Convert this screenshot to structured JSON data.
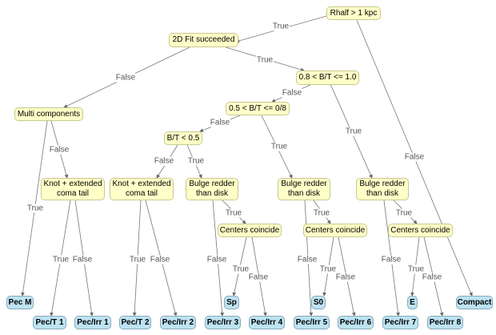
{
  "nodes": {
    "rhalf": {
      "label": "Rhalf > 1 kpc",
      "kind": "decision"
    },
    "fit2d": {
      "label": "2D Fit succeeded",
      "kind": "decision"
    },
    "bt08": {
      "label": "0.8 < B/T <= 1.0",
      "kind": "decision"
    },
    "multi": {
      "label": "Multi components",
      "kind": "decision"
    },
    "bt05": {
      "label": "0.5 < B/T <= 0/8",
      "kind": "decision"
    },
    "btlt": {
      "label": "B/T < 0.5",
      "kind": "decision"
    },
    "knot1": {
      "label": "Knot + extended\ncoma tail",
      "kind": "decision"
    },
    "knot2": {
      "label": "Knot + extended\ncoma tail",
      "kind": "decision"
    },
    "bulge1": {
      "label": "Bulge redder\nthan disk",
      "kind": "decision"
    },
    "bulge2": {
      "label": "Bulge redder\nthan disk",
      "kind": "decision"
    },
    "bulge3": {
      "label": "Bulge redder\nthan disk",
      "kind": "decision"
    },
    "cent1": {
      "label": "Centers coincide",
      "kind": "decision"
    },
    "cent2": {
      "label": "Centers coincide",
      "kind": "decision"
    },
    "cent3": {
      "label": "Centers coincide",
      "kind": "decision"
    },
    "pecm": {
      "label": "Pec M",
      "kind": "leaf"
    },
    "sp": {
      "label": "Sp",
      "kind": "leaf"
    },
    "s0": {
      "label": "S0",
      "kind": "leaf"
    },
    "e": {
      "label": "E",
      "kind": "leaf"
    },
    "compact": {
      "label": "Compact",
      "kind": "leaf"
    },
    "pect1": {
      "label": "Pec/T 1",
      "kind": "leaf"
    },
    "pecirr1": {
      "label": "Pec/Irr 1",
      "kind": "leaf"
    },
    "pect2": {
      "label": "Pec/T 2",
      "kind": "leaf"
    },
    "pecirr2": {
      "label": "Pec/Irr 2",
      "kind": "leaf"
    },
    "pecirr3": {
      "label": "Pec/Irr 3",
      "kind": "leaf"
    },
    "pecirr4": {
      "label": "Pec/Irr 4",
      "kind": "leaf"
    },
    "pecirr5": {
      "label": "Pec/Irr 5",
      "kind": "leaf"
    },
    "pecirr6": {
      "label": "Pec/Irr 6",
      "kind": "leaf"
    },
    "pecirr7": {
      "label": "Pec/Irr 7",
      "kind": "leaf"
    },
    "pecirr8": {
      "label": "Pec/Irr 8",
      "kind": "leaf"
    }
  },
  "edges": [
    {
      "from": "rhalf",
      "to": "fit2d",
      "label": "True"
    },
    {
      "from": "rhalf",
      "to": "compact",
      "label": "False"
    },
    {
      "from": "fit2d",
      "to": "multi",
      "label": "False"
    },
    {
      "from": "fit2d",
      "to": "bt08",
      "label": "True"
    },
    {
      "from": "bt08",
      "to": "bt05",
      "label": "False"
    },
    {
      "from": "bt08",
      "to": "bulge3",
      "label": "True"
    },
    {
      "from": "bt05",
      "to": "btlt",
      "label": "False"
    },
    {
      "from": "bt05",
      "to": "bulge2",
      "label": "True"
    },
    {
      "from": "btlt",
      "to": "knot2",
      "label": "False"
    },
    {
      "from": "btlt",
      "to": "bulge1",
      "label": "True"
    },
    {
      "from": "multi",
      "to": "pecm",
      "label": "True"
    },
    {
      "from": "multi",
      "to": "knot1",
      "label": "False"
    },
    {
      "from": "knot1",
      "to": "pect1",
      "label": "True"
    },
    {
      "from": "knot1",
      "to": "pecirr1",
      "label": "False"
    },
    {
      "from": "knot2",
      "to": "pect2",
      "label": "True"
    },
    {
      "from": "knot2",
      "to": "pecirr2",
      "label": "False"
    },
    {
      "from": "bulge1",
      "to": "pecirr3",
      "label": "False"
    },
    {
      "from": "bulge1",
      "to": "cent1",
      "label": "True"
    },
    {
      "from": "cent1",
      "to": "sp",
      "label": "True"
    },
    {
      "from": "cent1",
      "to": "pecirr4",
      "label": "False"
    },
    {
      "from": "bulge2",
      "to": "pecirr5",
      "label": "False"
    },
    {
      "from": "bulge2",
      "to": "cent2",
      "label": "True"
    },
    {
      "from": "cent2",
      "to": "s0",
      "label": "True"
    },
    {
      "from": "cent2",
      "to": "pecirr6",
      "label": "False"
    },
    {
      "from": "bulge3",
      "to": "pecirr7",
      "label": "False"
    },
    {
      "from": "bulge3",
      "to": "cent3",
      "label": "True"
    },
    {
      "from": "cent3",
      "to": "e",
      "label": "True"
    },
    {
      "from": "cent3",
      "to": "pecirr8",
      "label": "False"
    }
  ],
  "colors": {
    "decision_fill": "#ffffc8",
    "leaf_fill": "#bde3f2",
    "edge": "#777777"
  }
}
